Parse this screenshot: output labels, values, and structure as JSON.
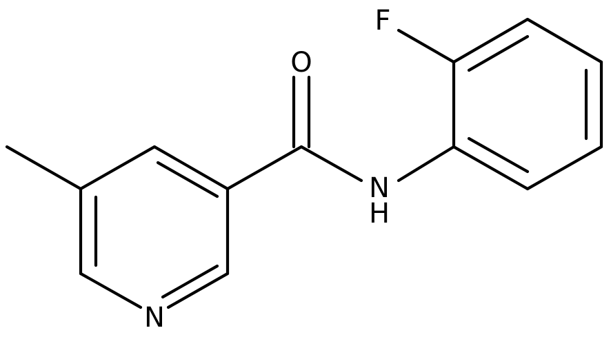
{
  "structure": {
    "atoms": {
      "fluorine": "F",
      "oxygen": "O",
      "amide_nitrogen": "N",
      "amide_hydrogen": "H",
      "pyridine_nitrogen": "N"
    },
    "colors": {
      "bond": "#000000",
      "label": "#000000",
      "background": "#ffffff"
    }
  }
}
